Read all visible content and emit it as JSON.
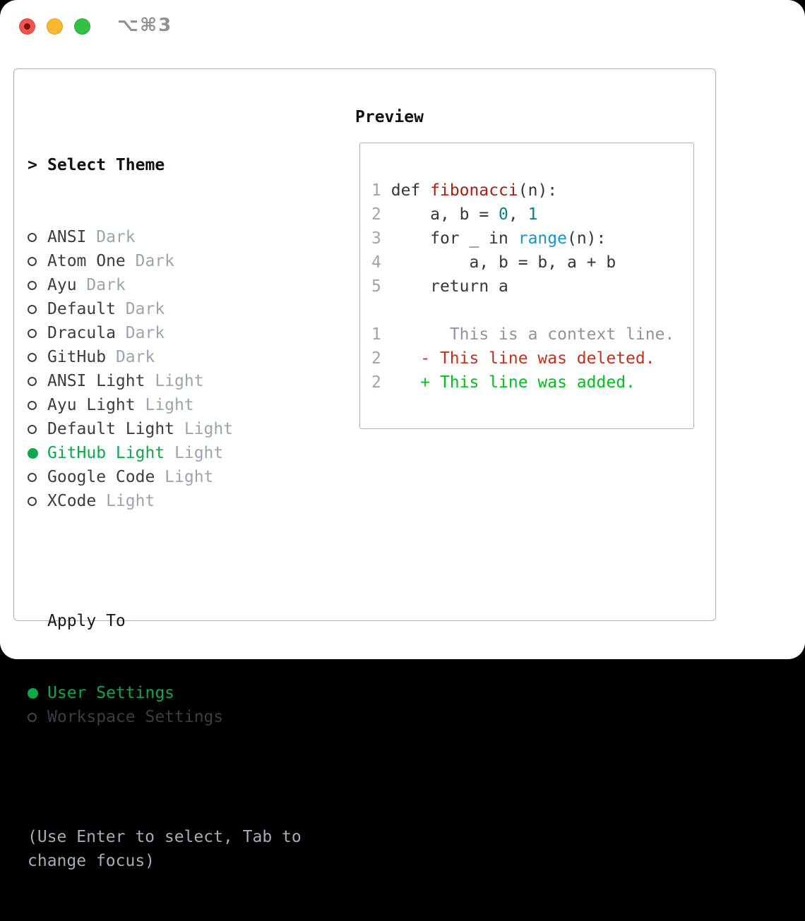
{
  "window": {
    "shortcut_title": "⌥⌘3",
    "traffic_lights": {
      "red": "#f0544c",
      "red_inner_dot": "#7e120b",
      "yellow": "#f7b731",
      "green": "#32c146"
    }
  },
  "theme_panel": {
    "header": {
      "prefix": ">",
      "label": "Select Theme"
    },
    "themes": [
      {
        "name": "ANSI",
        "variant": "Dark",
        "selected": false
      },
      {
        "name": "Atom One",
        "variant": "Dark",
        "selected": false
      },
      {
        "name": "Ayu",
        "variant": "Dark",
        "selected": false
      },
      {
        "name": "Default",
        "variant": "Dark",
        "selected": false
      },
      {
        "name": "Dracula",
        "variant": "Dark",
        "selected": false
      },
      {
        "name": "GitHub",
        "variant": "Dark",
        "selected": false
      },
      {
        "name": "ANSI Light",
        "variant": "Light",
        "selected": false
      },
      {
        "name": "Ayu Light",
        "variant": "Light",
        "selected": false
      },
      {
        "name": "Default Light",
        "variant": "Light",
        "selected": false
      },
      {
        "name": "GitHub Light",
        "variant": "Light",
        "selected": true
      },
      {
        "name": "Google Code",
        "variant": "Light",
        "selected": false
      },
      {
        "name": "XCode",
        "variant": "Light",
        "selected": false
      }
    ],
    "apply_to": {
      "label": "Apply To",
      "options": [
        {
          "name": "User Settings",
          "selected": true
        },
        {
          "name": "Workspace Settings",
          "selected": false
        }
      ]
    },
    "hint": "(Use Enter to select, Tab to change focus)"
  },
  "preview": {
    "label": "Preview",
    "lines": [
      {
        "tokens": [
          {
            "c": "lineno",
            "t": "1"
          },
          {
            "c": "plain",
            "t": " "
          },
          {
            "c": "kw",
            "t": "def"
          },
          {
            "c": "plain",
            "t": " "
          },
          {
            "c": "fn",
            "t": "fibonacci"
          },
          {
            "c": "plain",
            "t": "(n):"
          }
        ]
      },
      {
        "tokens": [
          {
            "c": "lineno",
            "t": "2"
          },
          {
            "c": "plain",
            "t": "     a, b = "
          },
          {
            "c": "num",
            "t": "0"
          },
          {
            "c": "plain",
            "t": ", "
          },
          {
            "c": "num",
            "t": "1"
          }
        ]
      },
      {
        "tokens": [
          {
            "c": "lineno",
            "t": "3"
          },
          {
            "c": "plain",
            "t": "     for _ in "
          },
          {
            "c": "builtin",
            "t": "range"
          },
          {
            "c": "plain",
            "t": "(n):"
          }
        ]
      },
      {
        "tokens": [
          {
            "c": "lineno",
            "t": "4"
          },
          {
            "c": "plain",
            "t": "         a, b = b, a + b"
          }
        ]
      },
      {
        "tokens": [
          {
            "c": "lineno",
            "t": "5"
          },
          {
            "c": "plain",
            "t": "     return a"
          }
        ]
      },
      {
        "tokens": []
      },
      {
        "tokens": [
          {
            "c": "lineno",
            "t": "1"
          },
          {
            "c": "ctx",
            "t": "       This is a context line."
          }
        ]
      },
      {
        "tokens": [
          {
            "c": "lineno",
            "t": "2"
          },
          {
            "c": "plain",
            "t": "    "
          },
          {
            "c": "del",
            "t": "- This line was deleted."
          }
        ]
      },
      {
        "tokens": [
          {
            "c": "lineno",
            "t": "2"
          },
          {
            "c": "plain",
            "t": "    "
          },
          {
            "c": "add",
            "t": "+ This line was added."
          }
        ]
      }
    ]
  },
  "colors": {
    "panel_border": "#a9b2bc",
    "selection_green": "#0ca94b",
    "muted_text": "#9aa5b0",
    "hint_text": "#a3adb7",
    "item_text": "#383e46",
    "tokens": {
      "lineno": "#9aa5b0",
      "plain": "#33383e",
      "kw": "#33383e",
      "fn": "#ab1d12",
      "num": "#0e7f7e",
      "builtin": "#1496d3",
      "ctx": "#8d959e",
      "del": "#c5301c",
      "add": "#00c01f"
    }
  }
}
